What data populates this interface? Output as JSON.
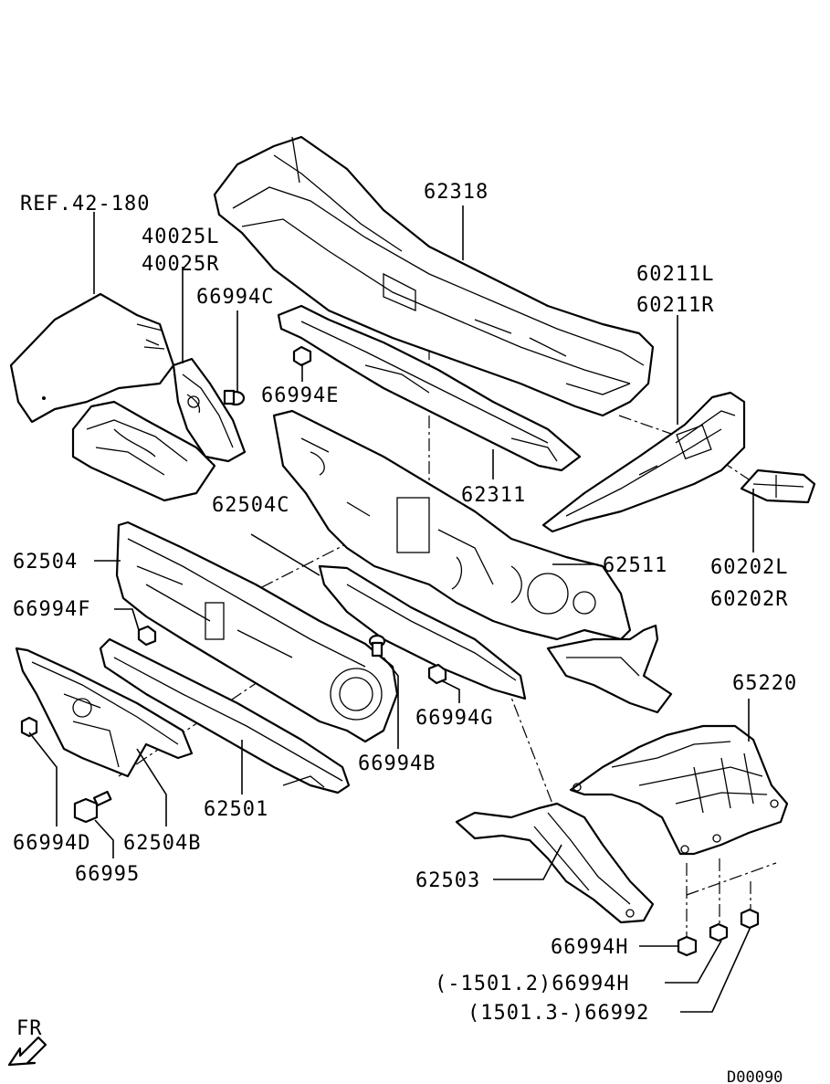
{
  "labels": {
    "ref_42_180": "REF.42-180",
    "p40025L": "40025L",
    "p40025R": "40025R",
    "p66994C": "66994C",
    "p66994E": "66994E",
    "p62318": "62318",
    "p60211L": "60211L",
    "p60211R": "60211R",
    "p62311": "62311",
    "p62504C": "62504C",
    "p62504": "62504",
    "p62511": "62511",
    "p60202L": "60202L",
    "p60202R": "60202R",
    "p66994F": "66994F",
    "p65220": "65220",
    "p66994G": "66994G",
    "p66994B": "66994B",
    "p62501": "62501",
    "p66994D": "66994D",
    "p62504B": "62504B",
    "p66995": "66995",
    "p62503": "62503",
    "p66994H": "66994H",
    "p66994H_dated": "(-1501.2)66994H",
    "p66992_dated": "(1501.3-)66992",
    "front_marker": "FR",
    "diagram_code": "D00090"
  }
}
